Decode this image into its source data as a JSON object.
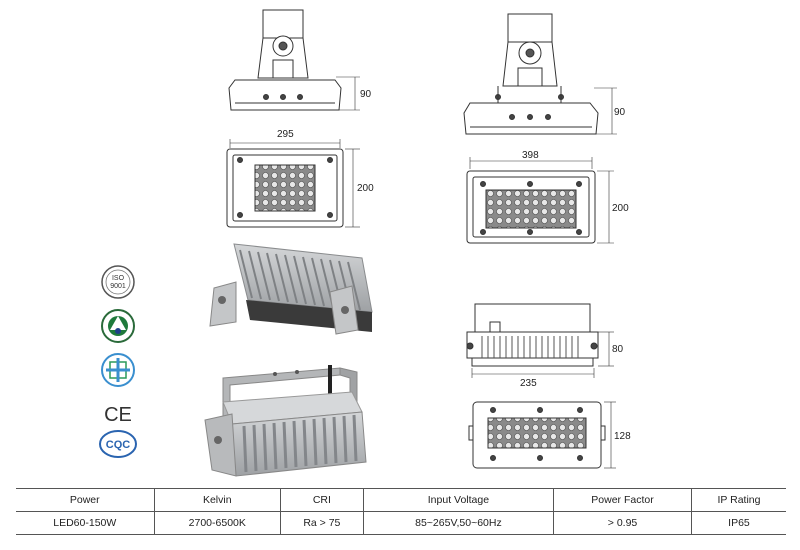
{
  "dimensions": {
    "small_side_height": "90",
    "small_front_width": "295",
    "small_front_height": "200",
    "large_side_height": "90",
    "large_front_width": "398",
    "large_front_height": "200",
    "side_view_height": "80",
    "side_view_width": "235",
    "bottom_view_height": "128"
  },
  "certifications": [
    {
      "name": "iso-9001-badge-icon",
      "text": "ISO 9001"
    },
    {
      "name": "green-cert-badge-icon",
      "text": ""
    },
    {
      "name": "ccc-cert-badge-icon",
      "text": ""
    },
    {
      "name": "ce-mark-icon",
      "text": "CE"
    },
    {
      "name": "cqc-mark-icon",
      "text": "CQC"
    }
  ],
  "spec_table": {
    "headers": [
      "Power",
      "Kelvin",
      "CRI",
      "Input Voltage",
      "Power Factor",
      "IP Rating"
    ],
    "row": [
      "LED60-150W",
      "2700-6500K",
      "Ra > 75",
      "85~265V,50~60Hz",
      "> 0.95",
      "IP65"
    ]
  },
  "colors": {
    "body_gray": "#b9bbbd",
    "dark_gray": "#4a4a4a",
    "line": "#333333"
  }
}
